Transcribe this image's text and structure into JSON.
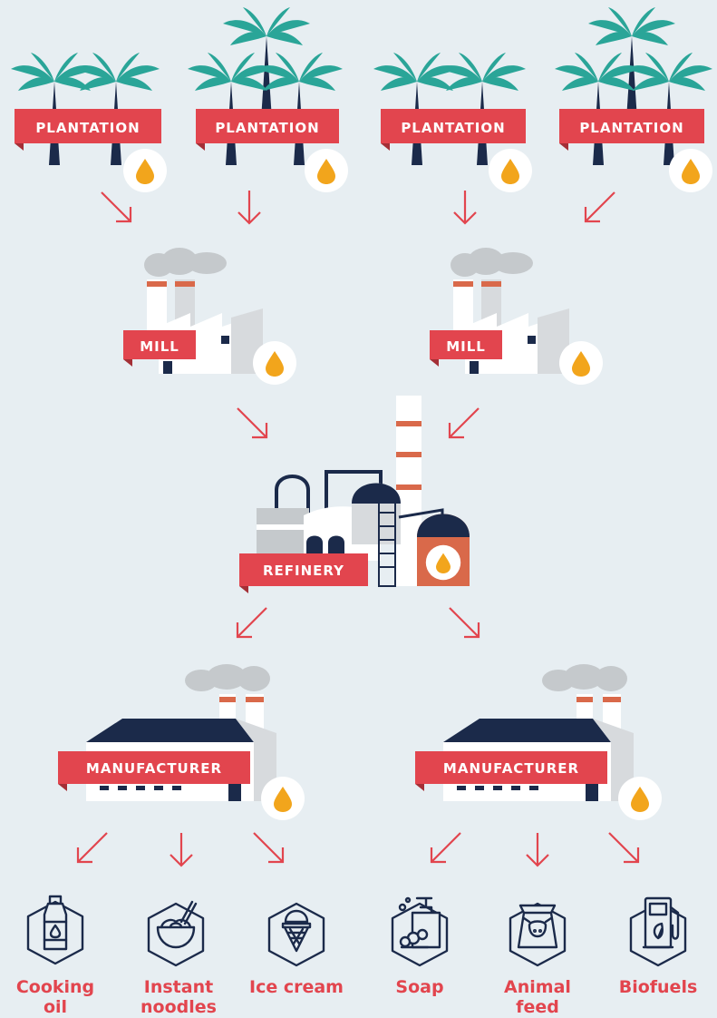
{
  "colors": {
    "background": "#e7eef2",
    "accent_red": "#e2454e",
    "navy": "#1b2a4a",
    "teal": "#2aa598",
    "oil_yellow": "#f2a51c",
    "smoke": "#c5c9cc",
    "tank_orange": "#d9694a"
  },
  "plantations": [
    {
      "label": "PLANTATION"
    },
    {
      "label": "PLANTATION"
    },
    {
      "label": "PLANTATION"
    },
    {
      "label": "PLANTATION"
    }
  ],
  "mills": [
    {
      "label": "MILL"
    },
    {
      "label": "MILL"
    }
  ],
  "refinery": {
    "label": "REFINERY"
  },
  "manufacturers": [
    {
      "label": "MANUFACTURER"
    },
    {
      "label": "MANUFACTURER"
    }
  ],
  "products": [
    {
      "label": "Cooking\noil",
      "icon": "oil-bottle-icon"
    },
    {
      "label": "Instant\nnoodles",
      "icon": "noodle-bowl-icon"
    },
    {
      "label": "Ice cream",
      "icon": "ice-cream-icon"
    },
    {
      "label": "Soap",
      "icon": "soap-dispenser-icon"
    },
    {
      "label": "Animal\nfeed",
      "icon": "feed-sack-icon"
    },
    {
      "label": "Biofuels",
      "icon": "fuel-pump-icon"
    }
  ]
}
